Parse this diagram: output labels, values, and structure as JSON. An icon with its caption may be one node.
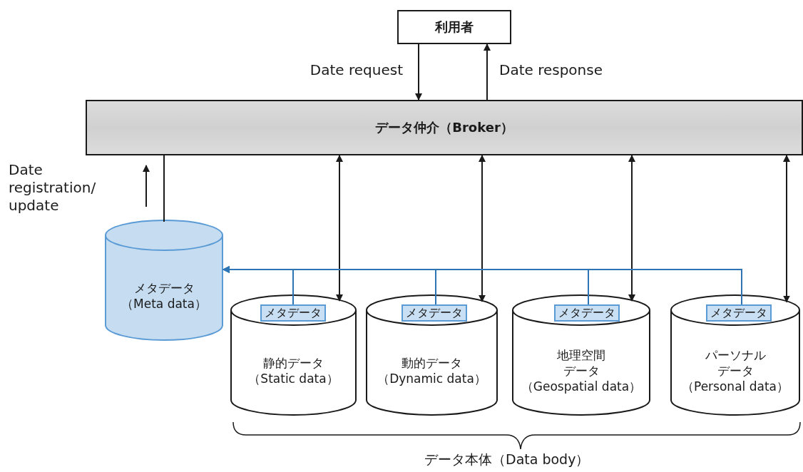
{
  "diagram": {
    "nodes": [
      {
        "text": [
          "利用者"
        ]
      },
      {
        "text": [
          "データ仲介（Broker）"
        ]
      },
      {
        "text": [
          "メタデータ",
          "（Meta data）"
        ]
      },
      {
        "text": [
          "静的データ",
          "（Static data）"
        ]
      },
      {
        "text": [
          "動的データ",
          "（Dynamic data）"
        ]
      },
      {
        "text": [
          "地理空間データ",
          "（Geospatial data）"
        ]
      },
      {
        "text": [
          "パーソナルデータ",
          "（Personal data）"
        ]
      },
      {
        "text": [
          "メタデータ"
        ],
        "in": 3
      },
      {
        "text": [
          "メタデータ"
        ],
        "in": 4
      },
      {
        "text": [
          "メタデータ"
        ],
        "in": 5
      },
      {
        "text": [
          "メタデータ"
        ],
        "in": 6
      }
    ],
    "edges": [
      {
        "from": 0,
        "to": 1,
        "arrow": "to",
        "label": "Date request"
      },
      {
        "from": 1,
        "to": 0,
        "arrow": "to",
        "label": "Date response"
      },
      {
        "from": 2,
        "to": 1,
        "arrow": "none"
      },
      {
        "from": 1,
        "to": 3,
        "arrow": "both"
      },
      {
        "from": 1,
        "to": 4,
        "arrow": "both"
      },
      {
        "from": 1,
        "to": 5,
        "arrow": "both"
      },
      {
        "from": 1,
        "to": 6,
        "arrow": "both"
      },
      {
        "from": 7,
        "to": 2,
        "arrow": "to",
        "color": "#2e75b6"
      },
      {
        "from": 8,
        "to": 2,
        "arrow": "to",
        "color": "#2e75b6"
      },
      {
        "from": 9,
        "to": 2,
        "arrow": "to",
        "color": "#2e75b6"
      },
      {
        "from": 10,
        "to": 2,
        "arrow": "to",
        "color": "#2e75b6"
      }
    ],
    "labels": [
      "Date registration/ update",
      "データ本体（Data body）"
    ]
  }
}
